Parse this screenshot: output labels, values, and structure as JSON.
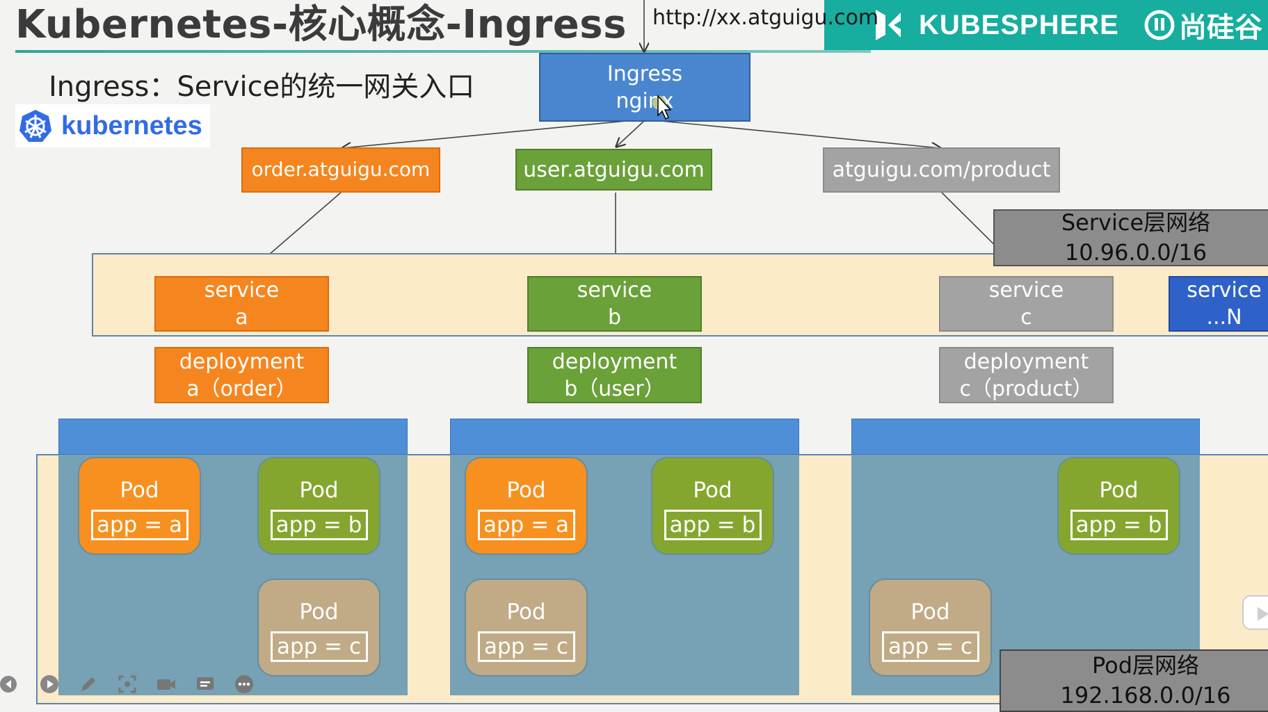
{
  "header": {
    "title": "Kubernetes-核心概念-Ingress",
    "subtitle": "Ingress：Service的统一网关入口",
    "logo_word": "kubernetes",
    "url": "http://xx.atguigu.com",
    "brand_left": "KUBESPHERE",
    "brand_right": "尚硅谷"
  },
  "ingress": {
    "line1": "Ingress",
    "line2": "nginx"
  },
  "routes": [
    {
      "label": "order.atguigu.com"
    },
    {
      "label": "user.atguigu.com"
    },
    {
      "label": "atguigu.com/product"
    }
  ],
  "service_network": {
    "line1": "Service层网络",
    "line2": "10.96.0.0/16"
  },
  "services": [
    {
      "line1": "service",
      "line2": "a"
    },
    {
      "line1": "service",
      "line2": "b"
    },
    {
      "line1": "service",
      "line2": "c"
    },
    {
      "line1": "service",
      "line2": "...N"
    }
  ],
  "deployments": [
    {
      "line1": "deployment",
      "line2": "a（order）"
    },
    {
      "line1": "deployment",
      "line2": "b（user）"
    },
    {
      "line1": "deployment",
      "line2": "c（product）"
    }
  ],
  "pods": [
    {
      "name": "Pod",
      "label": "app = a"
    },
    {
      "name": "Pod",
      "label": "app = b"
    },
    {
      "name": "Pod",
      "label": "app = c"
    },
    {
      "name": "Pod",
      "label": "app = a"
    },
    {
      "name": "Pod",
      "label": "app = b"
    },
    {
      "name": "Pod",
      "label": "app = c"
    },
    {
      "name": "Pod",
      "label": "app = b"
    },
    {
      "name": "Pod",
      "label": "app = c"
    }
  ],
  "pod_network": {
    "line1": "Pod层网络",
    "line2": "192.168.0.0/16"
  },
  "toolbar": [
    "back-icon",
    "play-icon",
    "pen-icon",
    "screenshot-icon",
    "camera-icon",
    "subtitle-icon",
    "more-icon"
  ],
  "colors": {
    "orange": "#f5861f",
    "green": "#6aa139",
    "grey": "#a3a3a3",
    "blue": "#4a86d0",
    "teal": "#17ad9f",
    "k8s_blue": "#326ce5"
  }
}
